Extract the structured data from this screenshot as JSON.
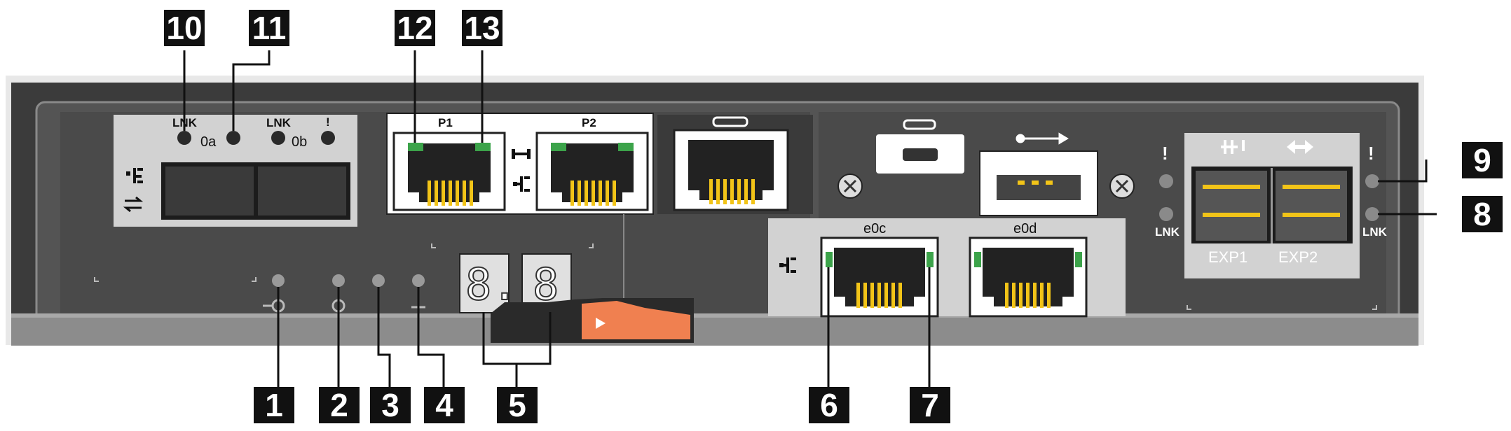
{
  "callouts": [
    "1",
    "2",
    "3",
    "4",
    "5",
    "6",
    "7",
    "8",
    "9",
    "10",
    "11",
    "12",
    "13"
  ],
  "labels": {
    "lnk": "LNK",
    "port_0a": "0a",
    "port_0b": "0b",
    "fault": "!",
    "p1": "P1",
    "p2": "P2",
    "e0c": "e0c",
    "e0d": "e0d",
    "exp1": "EXP1",
    "exp2": "EXP2"
  },
  "seven_segment": [
    "8.",
    "8"
  ],
  "colors": {
    "chassis": "#3a3a3a",
    "panel": "#4a4a4a",
    "light_panel": "#d4d4d4",
    "pin_gold": "#f2c418",
    "port_led_green": "#3ca34a",
    "latch_orange": "#f08050",
    "callout_bg": "#111111"
  },
  "icons": [
    "network-icon",
    "transfer-icon",
    "wrench-icon",
    "serial-port-icon",
    "usb-icon",
    "sas-icon",
    "double-arrow-icon",
    "power-icon",
    "attention-icon",
    "ground-icon",
    "screw-icon"
  ]
}
